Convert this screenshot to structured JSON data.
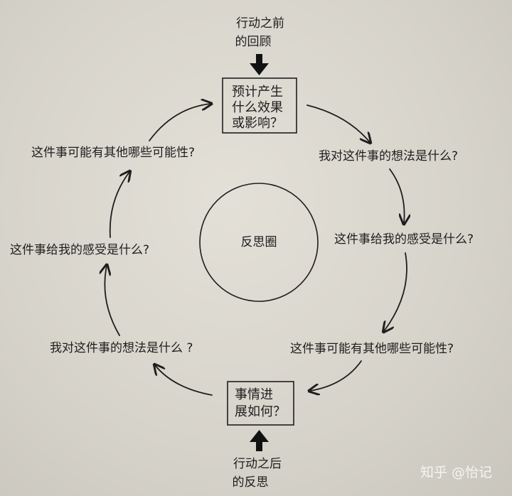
{
  "diagram": {
    "top_input": [
      "行动之前",
      "的回顾"
    ],
    "top_box": [
      "预计产生",
      "什么效果",
      "或影响？"
    ],
    "center": "反思圈",
    "right_nodes": [
      "我对这件事的想法是什么?",
      "这件事给我的感受是什么?",
      "这件事可能有其他哪些可能性?"
    ],
    "bottom_box": [
      "事情进",
      "展如何？"
    ],
    "bottom_input": [
      "行动之后",
      "的反思"
    ],
    "left_nodes": [
      "我对这件事的想法是什么 ?",
      "这件事给我的感受是什么?",
      "这件事可能有其他哪些可能性?"
    ]
  },
  "watermark": "知乎 @怡记",
  "colors": {
    "ink": "#1e1e1e",
    "paper": "#d8d5cc",
    "watermark": "#f4f4f4"
  }
}
